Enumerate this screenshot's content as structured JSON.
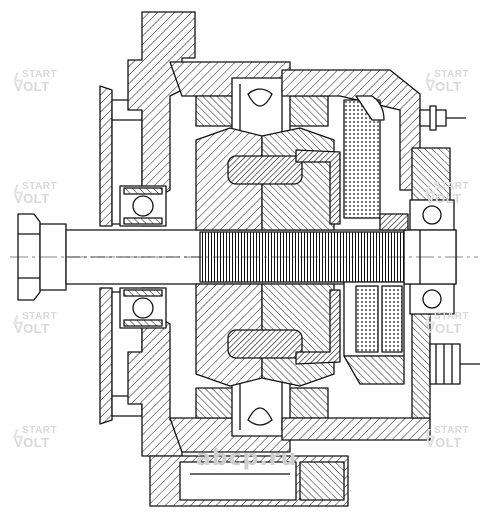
{
  "watermark": {
    "line1": "START",
    "line2": "VOLT"
  },
  "site_watermark": "abcp.ru",
  "colors": {
    "line": "#111111",
    "hatch": "#333333",
    "watermark": "#d9d9d9",
    "background": "#ffffff"
  }
}
